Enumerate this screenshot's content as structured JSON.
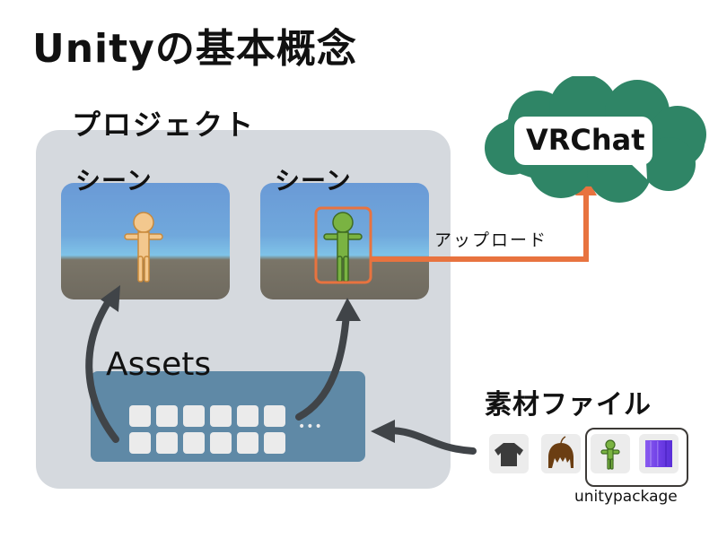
{
  "title": "Unityの基本概念",
  "project": {
    "label": "プロジェクト",
    "scenes": [
      {
        "label": "シーン",
        "figure_color": "#f3c88e",
        "figure_outline": "#c98a3c",
        "selected": false
      },
      {
        "label": "シーン",
        "figure_color": "#7ab342",
        "figure_outline": "#3f6b22",
        "selected": true
      }
    ],
    "assets": {
      "label": "Assets",
      "ellipsis": "•••"
    }
  },
  "upload": {
    "label": "アップロード",
    "color": "#e8733f"
  },
  "vrchat": {
    "label": "VRChat",
    "cloud_color": "#2f8566"
  },
  "materials": {
    "label": "素材ファイル",
    "items": [
      {
        "name": "shirt",
        "icon": "shirt-icon"
      },
      {
        "name": "hair",
        "icon": "hair-icon"
      },
      {
        "name": "avatar",
        "icon": "avatar-icon"
      },
      {
        "name": "texture",
        "icon": "texture-icon"
      }
    ],
    "package_label": "unitypackage"
  },
  "colors": {
    "arrow": "#404448",
    "project_bg": "#d5d9de",
    "assets_bg": "#5f89a6"
  }
}
